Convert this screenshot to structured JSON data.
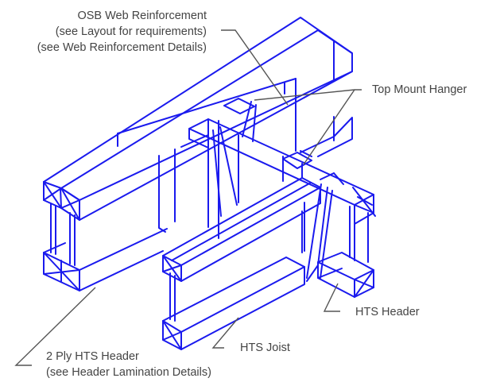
{
  "colors": {
    "linework": "#1a1aee",
    "leader": "#555555",
    "text": "#444444",
    "background": "#ffffff"
  },
  "callouts": {
    "osb_web_reinforcement": {
      "line1": "OSB Web Reinforcement",
      "line2": "(see Layout for requirements)",
      "line3": "(see Web Reinforcement Details)"
    },
    "top_mount_hanger": "Top Mount Hanger",
    "hts_header": "HTS Header",
    "hts_joist": "HTS Joist",
    "two_ply_hts_header": {
      "line1": "2 Ply HTS Header",
      "line2": "(see Header Lamination Details)"
    }
  }
}
